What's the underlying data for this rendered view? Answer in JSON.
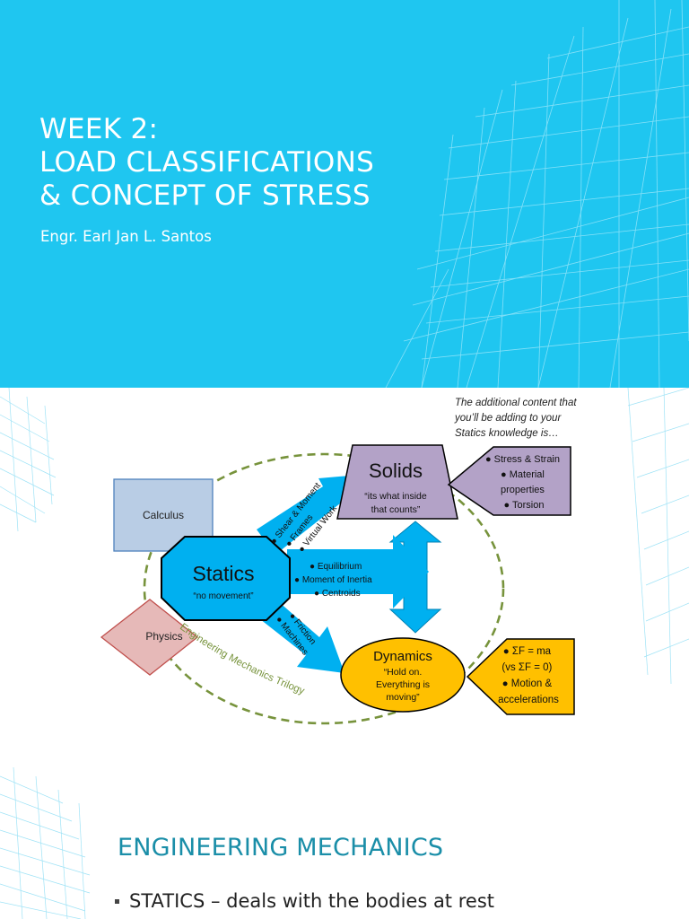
{
  "slide1": {
    "title_lines": [
      "WEEK 2:",
      "LOAD CLASSIFICATIONS",
      "& CONCEPT OF STRESS"
    ],
    "author": "Engr. Earl Jan L. Santos"
  },
  "slide2": {
    "callout": [
      "The additional content that",
      "you’ll be adding to your",
      "Statics knowledge is…"
    ],
    "calculus": "Calculus",
    "physics": "Physics",
    "statics": {
      "title": "Statics",
      "subtitle": "“no movement”"
    },
    "solids": {
      "title": "Solids",
      "sub1": "“its what inside",
      "sub2": "that counts”"
    },
    "dynamics": {
      "title": "Dynamics",
      "sub1": "“Hold on.",
      "sub2": "Everything is",
      "sub3": "moving”"
    },
    "solids_topics": [
      "● Stress & Strain",
      "● Material",
      "properties",
      "● Torsion"
    ],
    "dynamics_topics": [
      "● ΣF = ma",
      "(vs ΣF = 0)",
      "● Motion &",
      "accelerations"
    ],
    "upper_arrow_items": [
      "● Shear & Moment",
      "● Frames",
      "● Virtual Work"
    ],
    "middle_arrow_items": [
      "● Equilibrium",
      "● Moment of Inertia",
      "● Centroids"
    ],
    "lower_arrow_items": [
      "● Friction",
      "● Machines"
    ],
    "trilogy_label": "Engineering Mechanics Trilogy"
  },
  "slide3": {
    "heading": "ENGINEERING MECHANICS",
    "bullet": "STATICS – deals with the bodies at rest"
  },
  "colors": {
    "slide_blue": "#1fc6f0",
    "diagram_arrow": "#00b0f0",
    "solids_fill": "#b3a2c7",
    "dynamics_fill": "#ffc000",
    "calculus_fill": "#b9cde5",
    "physics_fill": "#e6b9b8",
    "trilogy_green": "#77933c"
  }
}
